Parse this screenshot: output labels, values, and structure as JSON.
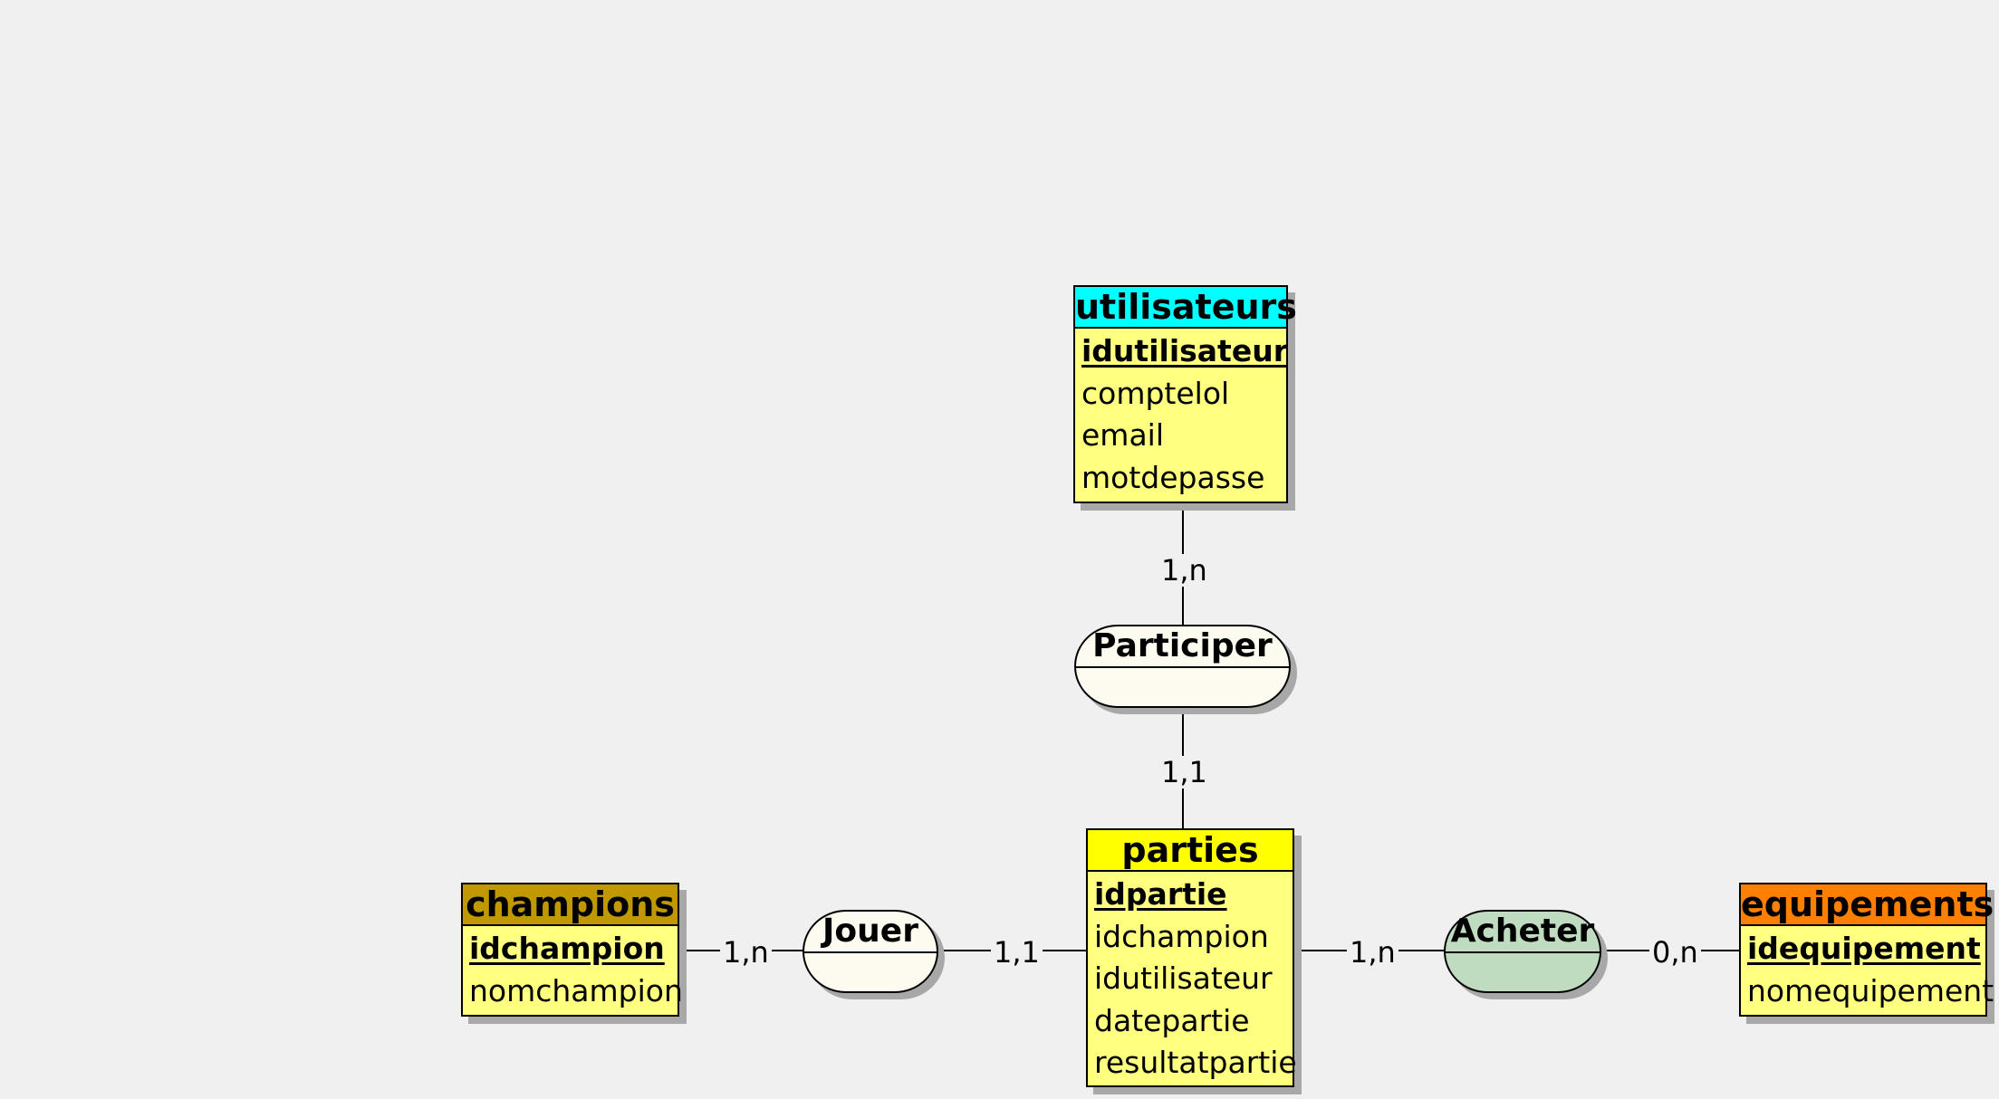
{
  "entities": {
    "utilisateurs": {
      "title": "utilisateurs",
      "header_color": "#00ffff",
      "attributes": [
        {
          "name": "idutilisateur",
          "key": true
        },
        {
          "name": "comptelol",
          "key": false
        },
        {
          "name": "email",
          "key": false
        },
        {
          "name": "motdepasse",
          "key": false
        }
      ]
    },
    "parties": {
      "title": "parties",
      "header_color": "#ffff00",
      "attributes": [
        {
          "name": "idpartie",
          "key": true
        },
        {
          "name": "idchampion",
          "key": false
        },
        {
          "name": "idutilisateur",
          "key": false
        },
        {
          "name": "datepartie",
          "key": false
        },
        {
          "name": "resultatpartie",
          "key": false
        }
      ]
    },
    "champions": {
      "title": "champions",
      "header_color": "#c09800",
      "attributes": [
        {
          "name": "idchampion",
          "key": true
        },
        {
          "name": "nomchampion",
          "key": false
        }
      ]
    },
    "equipements": {
      "title": "equipements",
      "header_color": "#ff8000",
      "attributes": [
        {
          "name": "idequipement",
          "key": true
        },
        {
          "name": "nomequipement",
          "key": false
        }
      ]
    }
  },
  "entity_body_color": "#ffff80",
  "associations": {
    "participer": {
      "label": "Participer",
      "color": "#fdfaf0"
    },
    "jouer": {
      "label": "Jouer",
      "color": "#fdfaf0"
    },
    "acheter": {
      "label": "Acheter",
      "color": "#c0dcc0"
    }
  },
  "cardinalities": {
    "utilisateurs_participer": "1,n",
    "participer_parties": "1,1",
    "champions_jouer": "1,n",
    "jouer_parties": "1,1",
    "parties_acheter": "1,n",
    "acheter_equipements": "0,n"
  }
}
